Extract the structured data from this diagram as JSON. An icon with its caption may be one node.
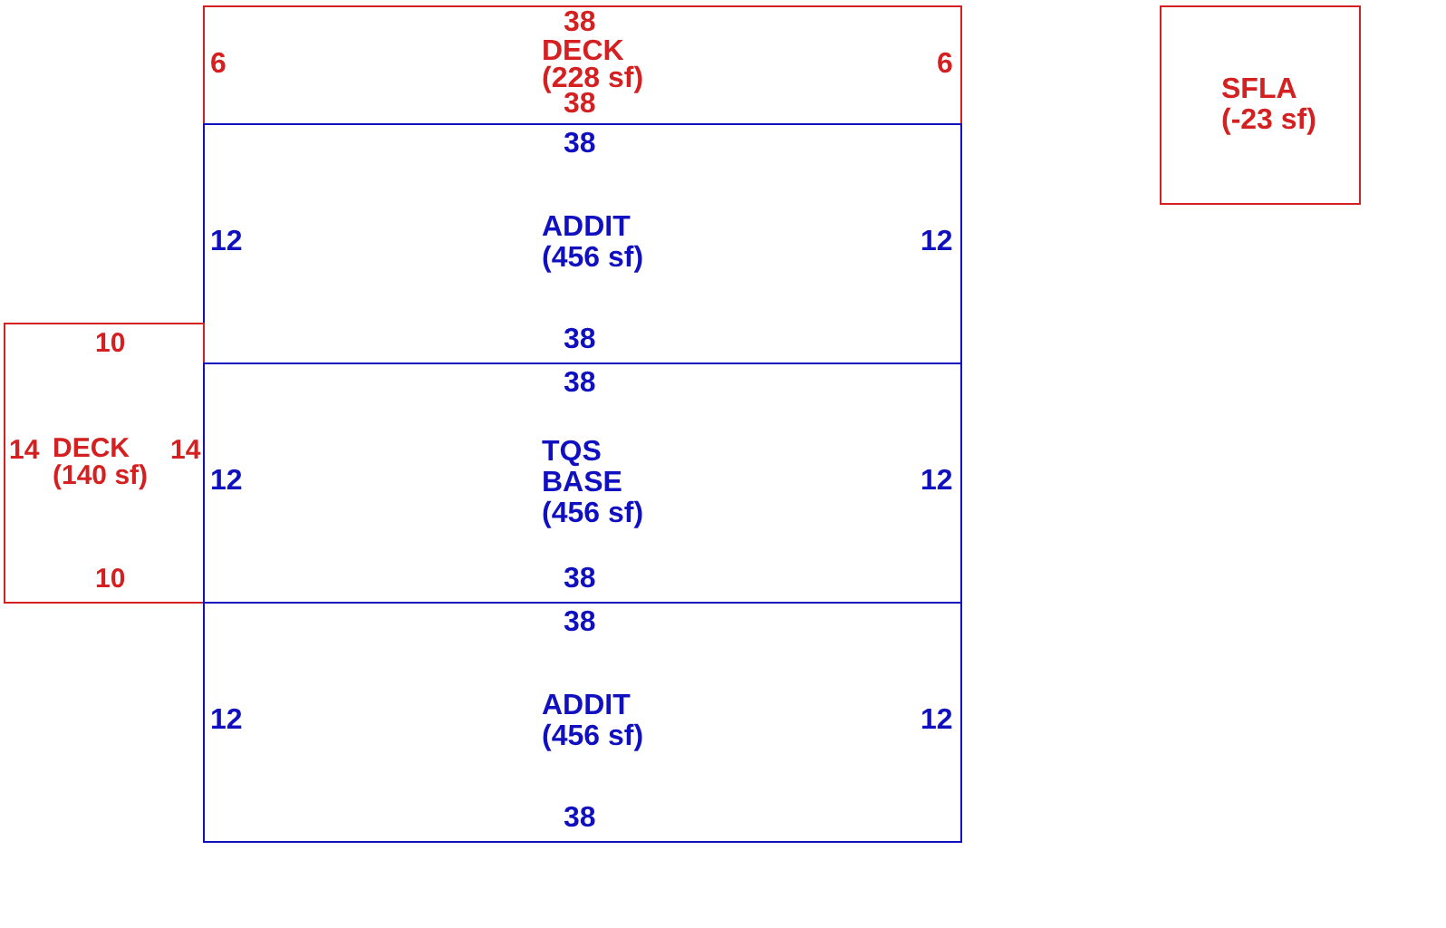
{
  "diagram": {
    "nodes": [
      {
        "text": [
          "38",
          "6",
          "DECK",
          "(228 sf)",
          "6",
          "38"
        ]
      },
      {
        "text": [
          "38",
          "12",
          "ADDIT",
          "(456 sf)",
          "12",
          "38"
        ]
      },
      {
        "text": [
          "10",
          "14",
          "DECK",
          "(140 sf)",
          "14",
          "10"
        ]
      },
      {
        "text": [
          "38",
          "12",
          "TQS BASE",
          "(456 sf)",
          "12",
          "38"
        ]
      },
      {
        "text": [
          "38",
          "12",
          "ADDIT",
          "(456 sf)",
          "12",
          "38"
        ]
      },
      {
        "text": [
          "SFLA",
          "(-23 sf)"
        ]
      }
    ]
  }
}
